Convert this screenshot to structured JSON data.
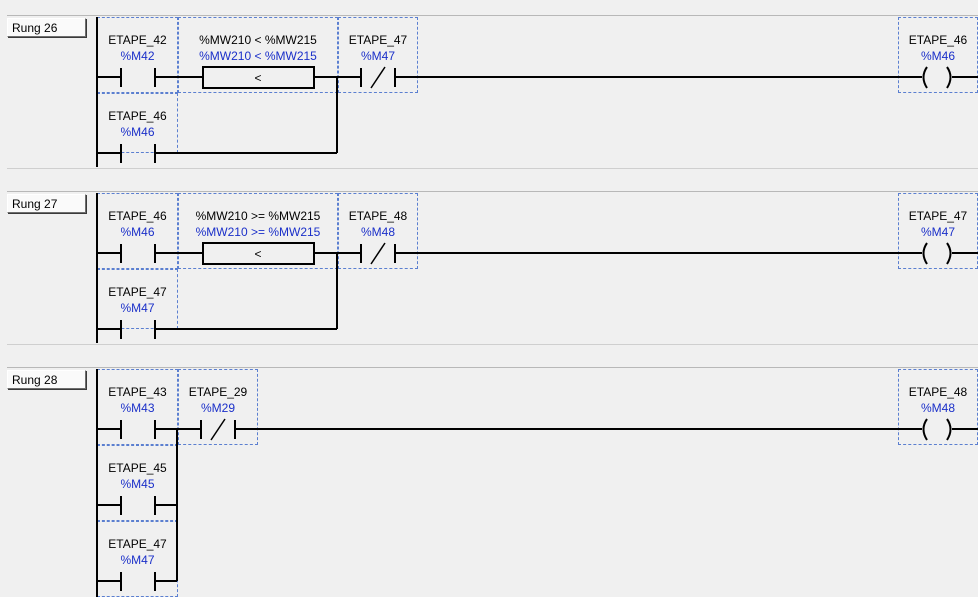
{
  "colors": {
    "background": "#f0f0f0",
    "wire": "#000000",
    "address": "#1a2fc9",
    "cell_border": "#5b7fd0"
  },
  "rungs": [
    {
      "label": "Rung 26",
      "contacts": [
        {
          "symbol": "ETAPE_42",
          "address": "%M42",
          "type": "no"
        },
        {
          "symbol": "ETAPE_46",
          "address": "%M46",
          "type": "no"
        }
      ],
      "compare": {
        "symbol": "%MW210 < %MW215",
        "address": "%MW210 < %MW215",
        "operator": "<"
      },
      "nc_contact": {
        "symbol": "ETAPE_47",
        "address": "%M47",
        "type": "nc"
      },
      "coil": {
        "symbol": "ETAPE_46",
        "address": "%M46"
      }
    },
    {
      "label": "Rung 27",
      "contacts": [
        {
          "symbol": "ETAPE_46",
          "address": "%M46",
          "type": "no"
        },
        {
          "symbol": "ETAPE_47",
          "address": "%M47",
          "type": "no"
        }
      ],
      "compare": {
        "symbol": "%MW210 >= %MW215",
        "address": "%MW210 >= %MW215",
        "operator": "<"
      },
      "nc_contact": {
        "symbol": "ETAPE_48",
        "address": "%M48",
        "type": "nc"
      },
      "coil": {
        "symbol": "ETAPE_47",
        "address": "%M47"
      }
    },
    {
      "label": "Rung 28",
      "contacts": [
        {
          "symbol": "ETAPE_43",
          "address": "%M43",
          "type": "no"
        },
        {
          "symbol": "ETAPE_45",
          "address": "%M45",
          "type": "no"
        },
        {
          "symbol": "ETAPE_47",
          "address": "%M47",
          "type": "no"
        }
      ],
      "nc_contact": {
        "symbol": "ETAPE_29",
        "address": "%M29",
        "type": "nc"
      },
      "coil": {
        "symbol": "ETAPE_48",
        "address": "%M48"
      }
    }
  ]
}
